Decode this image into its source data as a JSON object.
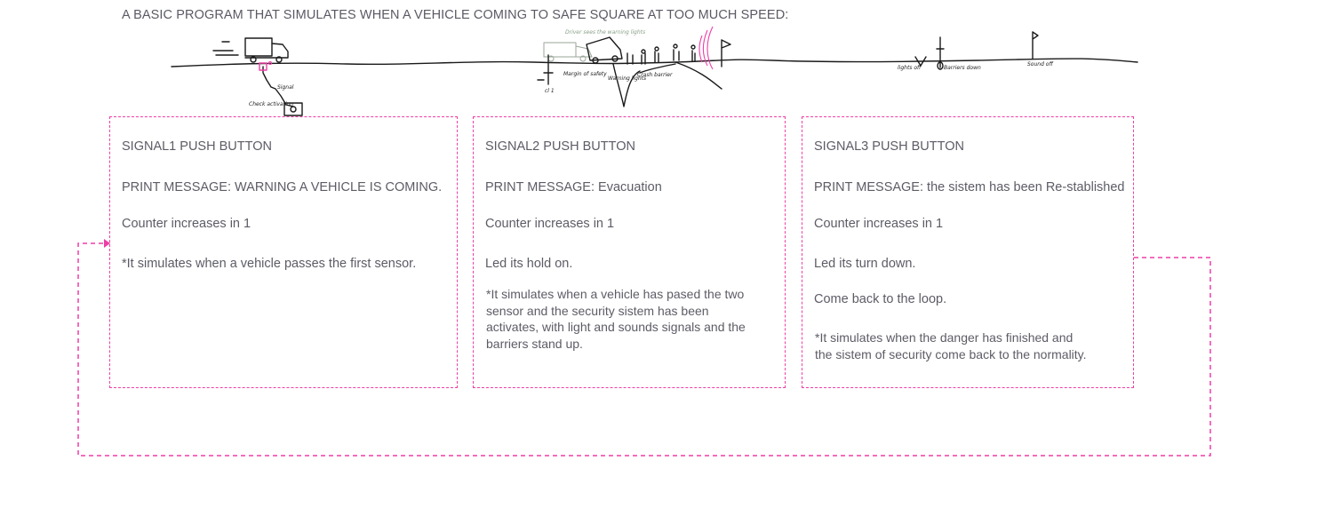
{
  "title": "A BASIC PROGRAM THAT SIMULATES WHEN A VEHICLE COMING TO SAFE SQUARE AT TOO MUCH SPEED:",
  "accent_color": "#ee3fa6",
  "sketch": {
    "labels": {
      "signal": "Signal",
      "check_activation": "Check activation",
      "margin_of_safety": "Margin of safety",
      "warning_lights": "Warning lights",
      "crash_barrier": "Crash barrier",
      "lights_off": "lights off",
      "barriers_down": "Barriers down",
      "sound_off": "Sound off",
      "cl1": "cl 1",
      "warning_note": "Driver sees the warning lights"
    }
  },
  "boxes": [
    {
      "heading": "SIGNAL1 PUSH BUTTON",
      "message": "PRINT MESSAGE: WARNING A VEHICLE IS COMING.",
      "counter": "Counter increases in 1",
      "note": "*It simulates when a vehicle passes the first sensor."
    },
    {
      "heading": "SIGNAL2 PUSH BUTTON",
      "message": "PRINT MESSAGE: Evacuation",
      "counter": "Counter increases in 1",
      "led": "Led its hold on.",
      "note": "*It simulates when a vehicle has pased the two sensor and the security sistem has been activates, with light and sounds signals and the barriers stand up."
    },
    {
      "heading": "SIGNAL3 PUSH BUTTON",
      "message": "PRINT MESSAGE: the sistem has been Re-stablished",
      "counter": "Counter increases in 1",
      "led": "Led its turn down.",
      "loop": "Come back to the loop.",
      "note": "*It simulates when the danger has finished and the sistem of security come back to the normality."
    }
  ]
}
